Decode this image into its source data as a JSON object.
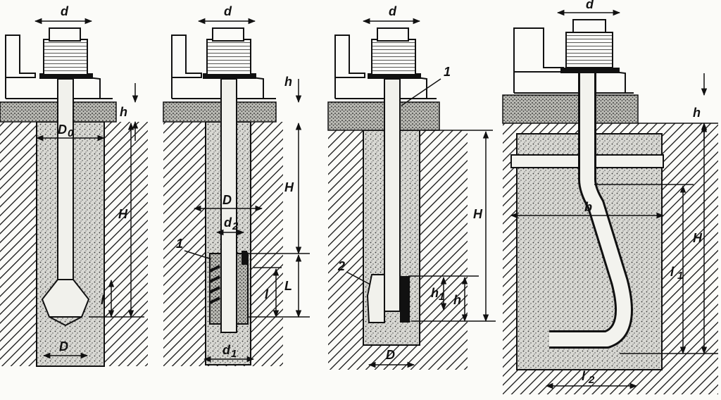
{
  "diagram": {
    "panel_a": {
      "labels": {
        "d": "d",
        "h": "h",
        "D0": "D",
        "D0_sub": "0",
        "H": "H",
        "l": "l",
        "D": "D"
      }
    },
    "panel_b": {
      "labels": {
        "d": "d",
        "h": "h",
        "H": "H",
        "D": "D",
        "d2": "d",
        "d2_sub": "2",
        "part1": "1",
        "L": "L",
        "l": "l",
        "d1": "d",
        "d1_sub": "1"
      }
    },
    "panel_c": {
      "labels": {
        "d": "d",
        "part1": "1",
        "H": "H",
        "part2": "2",
        "h1": "h",
        "h1_sub": "1",
        "h": "h",
        "D": "D"
      }
    },
    "panel_d": {
      "labels": {
        "d": "d",
        "h": "h",
        "H": "H",
        "b": "b",
        "l1": "l",
        "l1_sub": "1",
        "l2": "l",
        "l2_sub": "2"
      }
    },
    "colors": {
      "ink": "#111111",
      "paper": "#fbfbf8",
      "concrete": "#d9d9d4"
    }
  }
}
